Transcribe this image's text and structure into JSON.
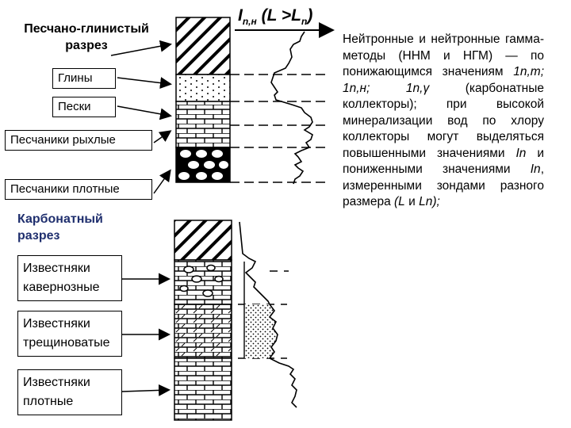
{
  "sand_clay": {
    "title": "Песчано-глинистый разрез",
    "layers": [
      "Глины",
      "Пески",
      "Песчаники рыхлые",
      "Песчаники плотные"
    ]
  },
  "carbonate": {
    "title": "Карбонатный разрез",
    "layers": [
      "Известняки кавернозные",
      "Известняки трещиноватые",
      "Известняки плотные"
    ]
  },
  "curve_label": {
    "I": "I",
    "sub": "n,н",
    "rest": " (L >L",
    "sub2": "n",
    "close": ")"
  },
  "description": {
    "part1": "Нейтронные и нейтронные гамма-методы (ННМ и НГМ) — по понижающимся значениям ",
    "italic1": "1n,т; 1n,н; 1n,γ",
    "part2": " (карбонатные коллекторы); при высокой минерализации вод по хлору коллекторы могут выделяться повышенными значениями ",
    "italic2": "In",
    "part3": " и пониженными значениями ",
    "italic3": "In",
    "part4": ", измеренными зондами разного размера ",
    "italic4": "(L",
    "part5": " и ",
    "italic5": "Ln);"
  }
}
